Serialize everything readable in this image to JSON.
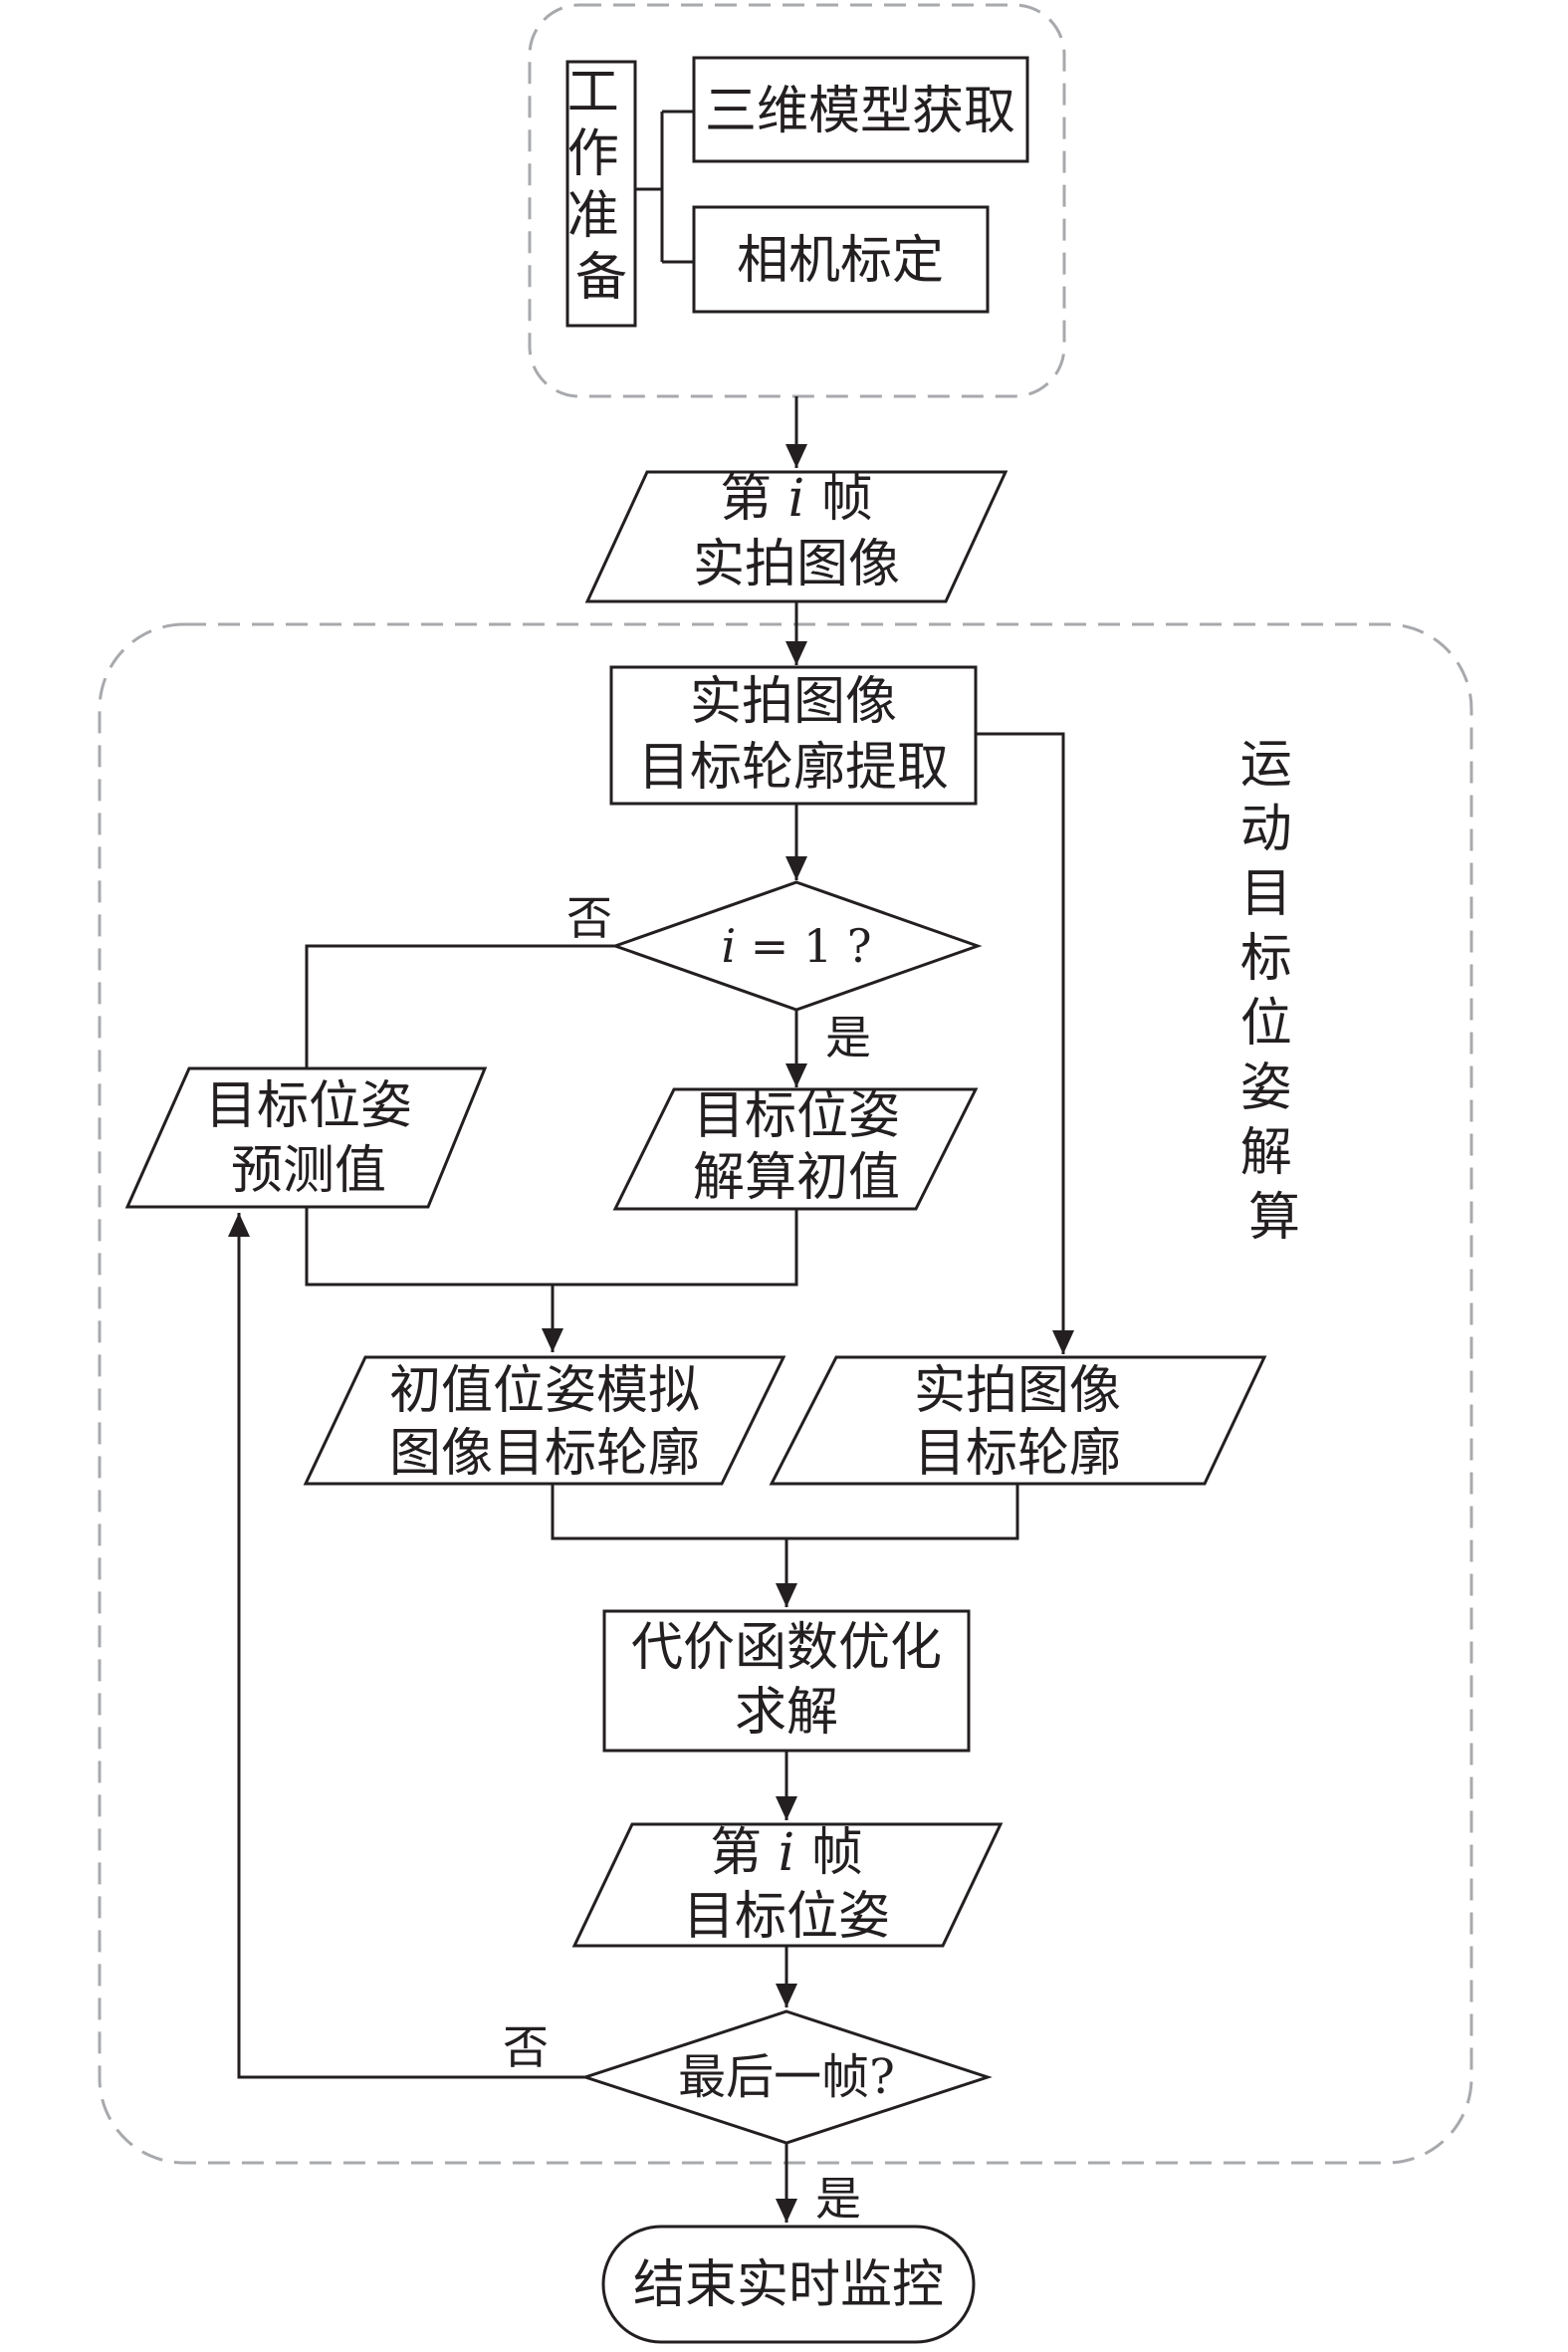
{
  "prep": {
    "group_label": [
      "工",
      "作",
      "准",
      "备"
    ],
    "model": "三维模型获取",
    "calib": "相机标定"
  },
  "frame_input": {
    "line1_prefix": "第",
    "line1_var": "i",
    "line1_suffix": "帧",
    "line2": "实拍图像"
  },
  "contour_extract": {
    "line1": "实拍图像",
    "line2": "目标轮廓提取"
  },
  "first_frame_decision": {
    "var": "i",
    "rest": " = 1 ?",
    "yes": "是",
    "no": "否"
  },
  "pose_predict": {
    "line1": "目标位姿",
    "line2": "预测值"
  },
  "pose_init": {
    "line1": "目标位姿",
    "line2": "解算初值"
  },
  "sim_contour": {
    "line1": "初值位姿模拟",
    "line2": "图像目标轮廓"
  },
  "real_contour": {
    "line1": "实拍图像",
    "line2": "目标轮廓"
  },
  "cost_opt": {
    "line1": "代价函数优化",
    "line2": "求解"
  },
  "frame_pose": {
    "line1_prefix": "第",
    "line1_var": "i",
    "line1_suffix": "帧",
    "line2": "目标位姿"
  },
  "last_frame_decision": {
    "text": "最后一帧?",
    "yes": "是",
    "no": "否"
  },
  "end": {
    "text": "结束实时监控"
  },
  "motion_group_label": [
    "运",
    "动",
    "目",
    "标",
    "位",
    "姿",
    "解",
    "算"
  ]
}
